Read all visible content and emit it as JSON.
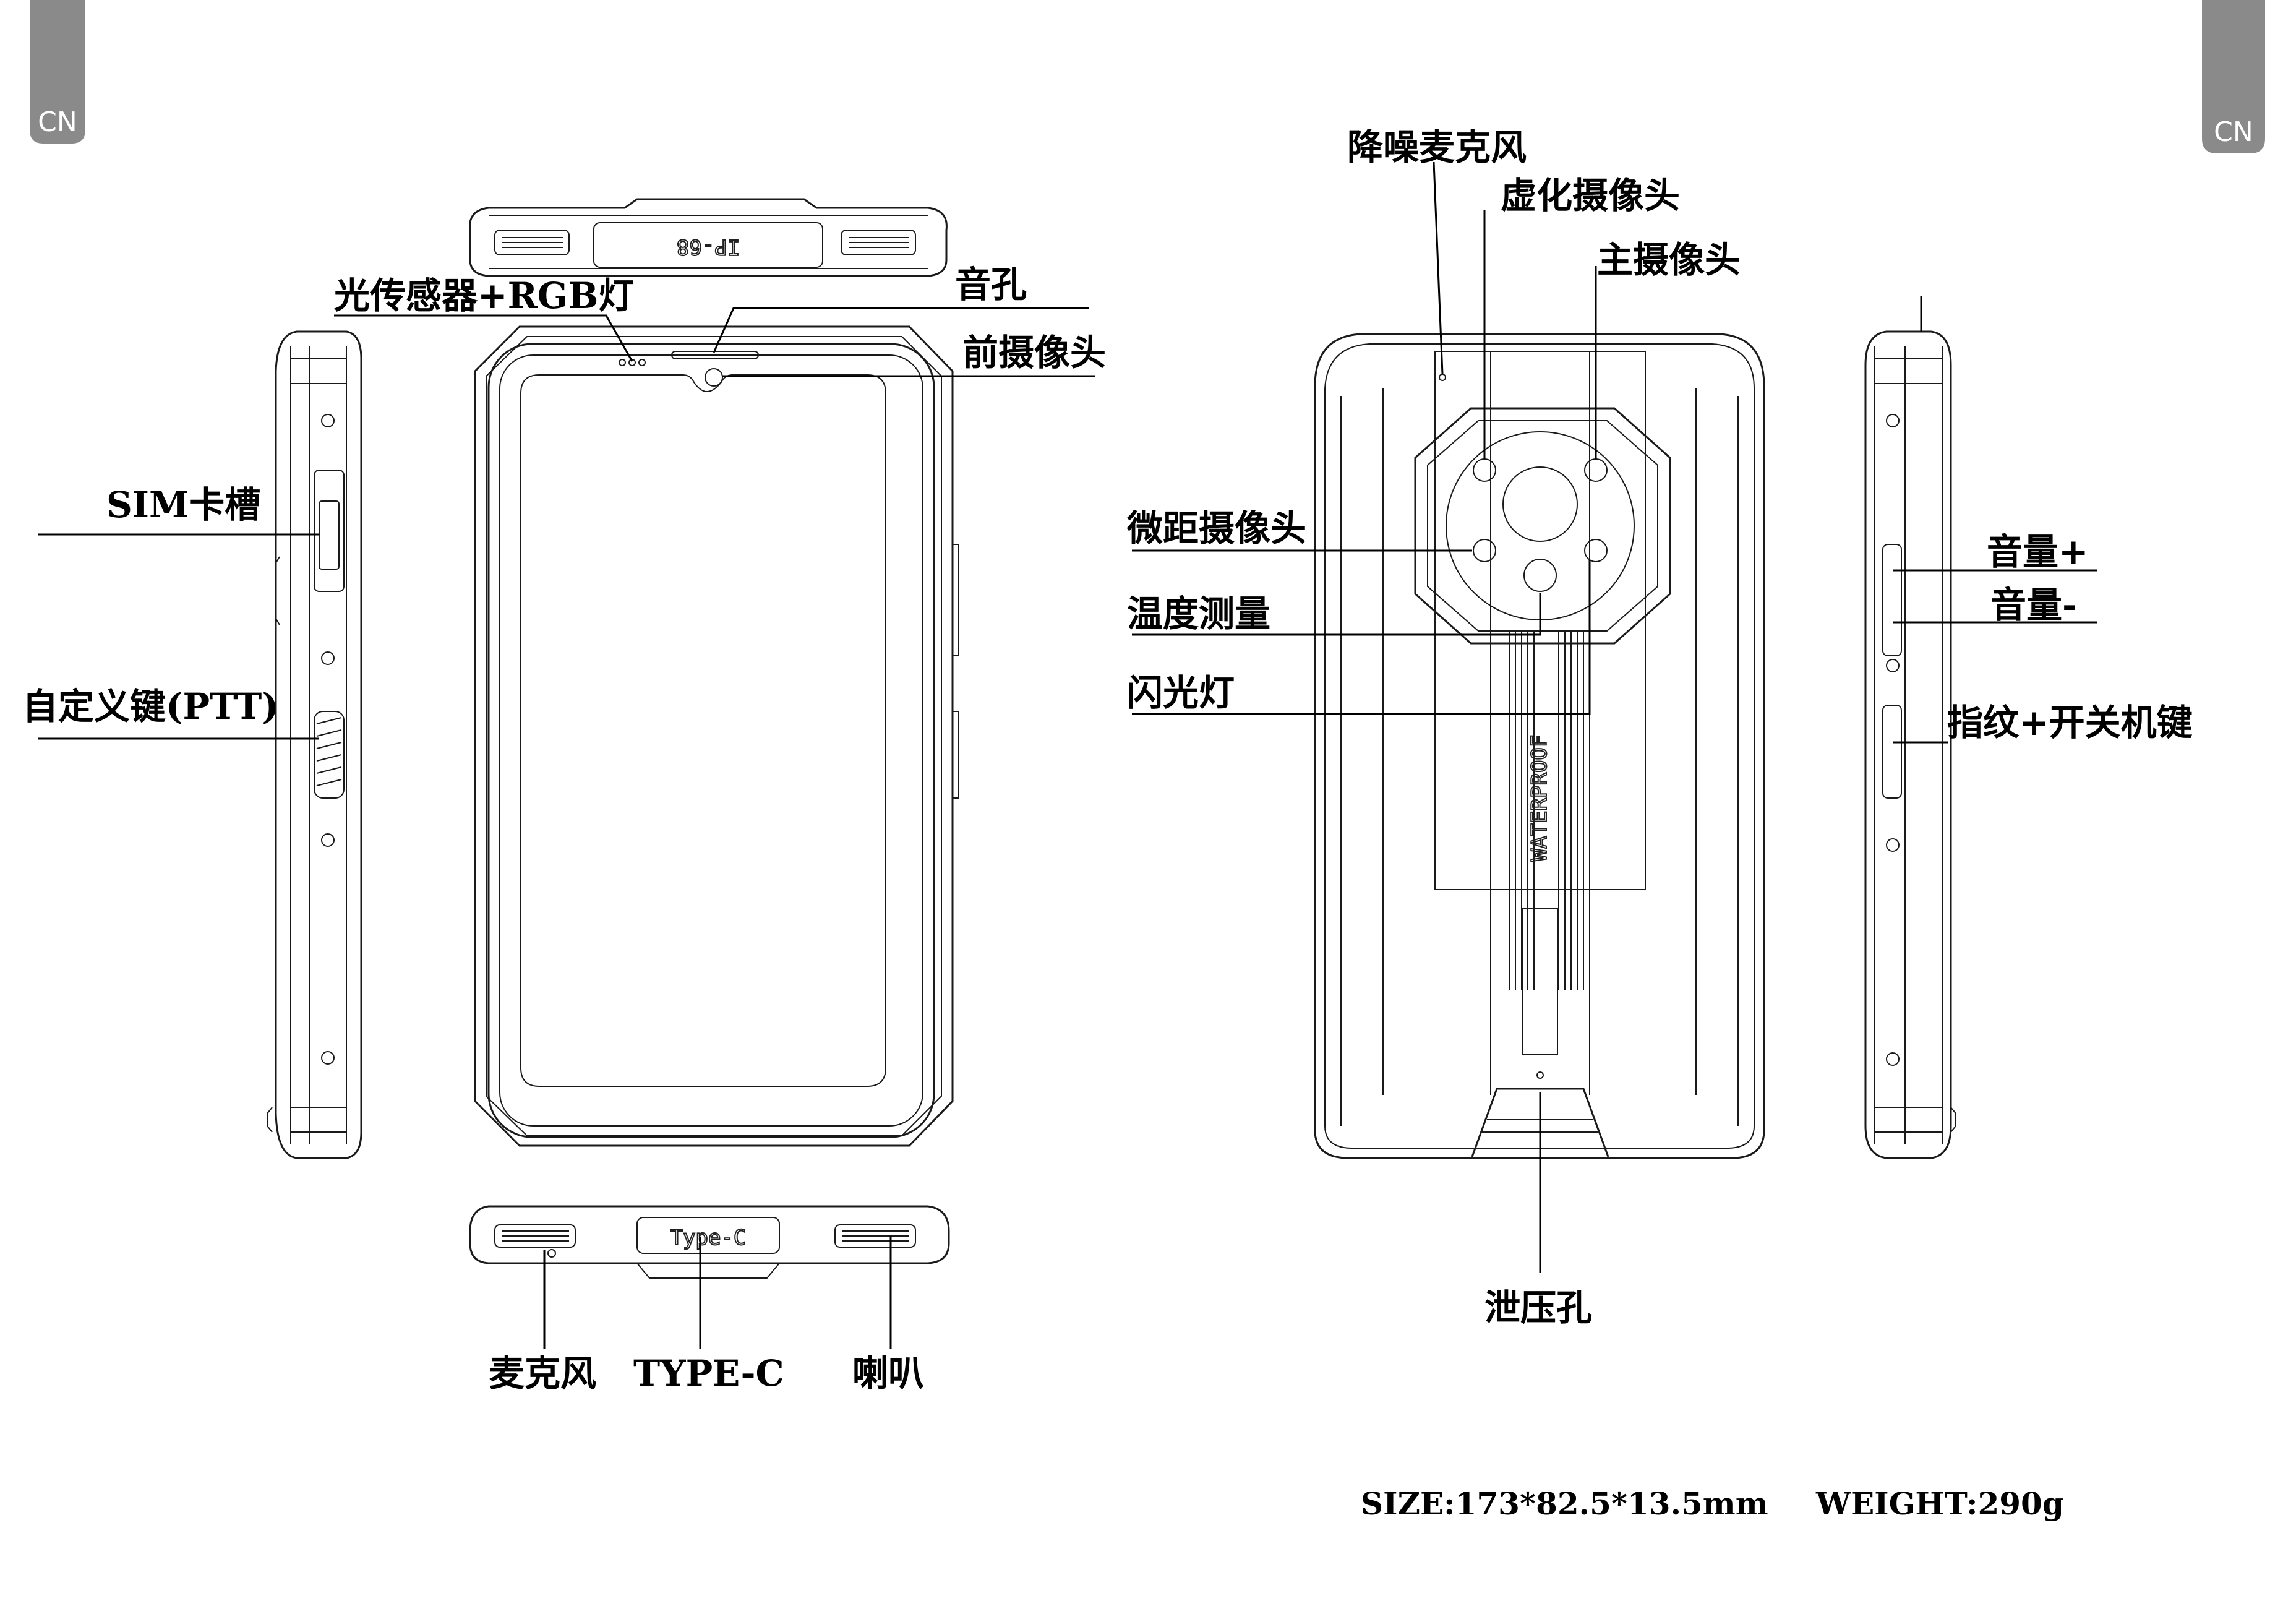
{
  "corner_tabs": {
    "left": "CN",
    "right": "CN"
  },
  "front_view": {
    "engraving_top": "IP-68",
    "type_c_engraving": "Type-C",
    "labels": {
      "light_sensor": "光传感器+RGB灯",
      "earpiece": "音孔",
      "front_camera": "前摄像头",
      "sim_slot": "SIM卡槽",
      "ptt_key": "自定义键(PTT)",
      "microphone": "麦克风",
      "type_c": "TYPE-C",
      "speaker": "喇叭"
    }
  },
  "back_view": {
    "waterproof_text": "WATERPROOF",
    "labels": {
      "noise_mic": "降噪麦克风",
      "bokeh_camera": "虚化摄像头",
      "main_camera": "主摄像头",
      "macro_camera": "微距摄像头",
      "temperature": "温度测量",
      "flash": "闪光灯",
      "vent_hole": "泄压孔"
    }
  },
  "right_side": {
    "labels": {
      "volume_up": "音量+",
      "volume_down": "音量-",
      "power_key": "指纹+开关机键"
    }
  },
  "specs": {
    "size": "SIZE:173*82.5*13.5mm",
    "weight": "WEIGHT:290g"
  }
}
